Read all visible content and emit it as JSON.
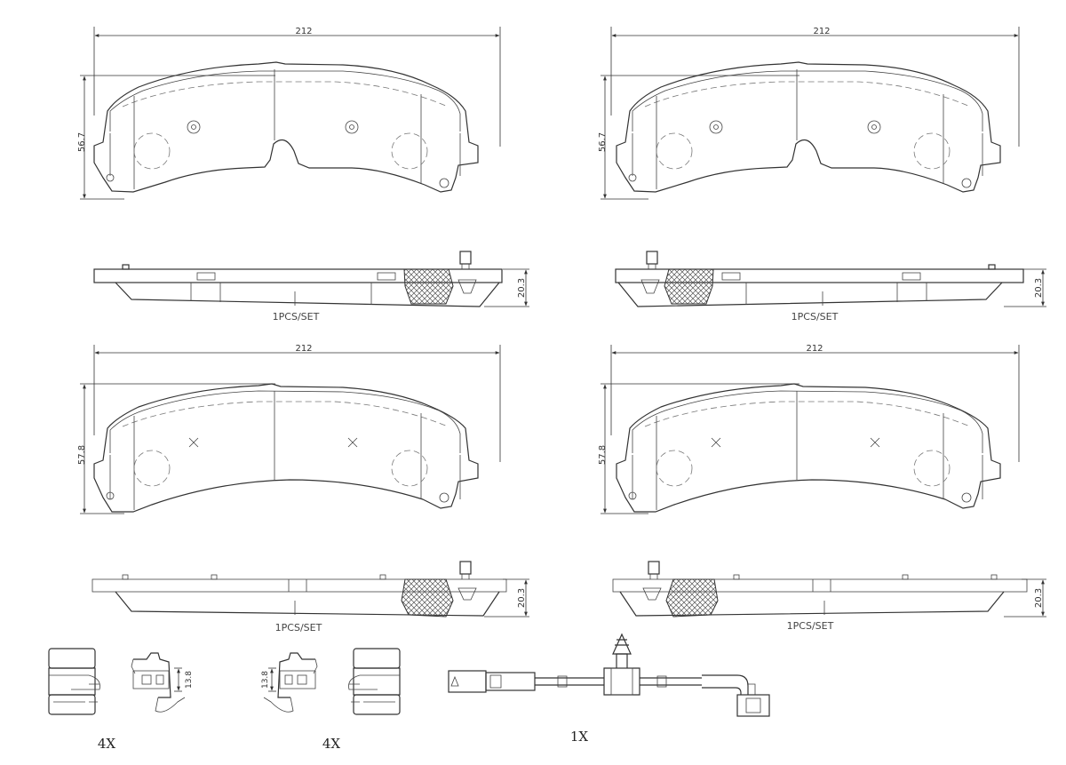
{
  "pads": [
    {
      "width": "212",
      "height": "56.7",
      "thickness": "20.3",
      "qty": "1PCS/SET"
    },
    {
      "width": "212",
      "height": "56.7",
      "thickness": "20.3",
      "qty": "1PCS/SET"
    },
    {
      "width": "212",
      "height": "57.8",
      "thickness": "20.3",
      "qty": "1PCS/SET"
    },
    {
      "width": "212",
      "height": "57.8",
      "thickness": "20.3",
      "qty": "1PCS/SET"
    }
  ],
  "clips": [
    {
      "dim": "13.8",
      "qty": "4X"
    },
    {
      "dim": "13.8",
      "qty": "4X"
    }
  ],
  "sensor": {
    "qty": "1X"
  },
  "colors": {
    "line": "#333333",
    "background": "#ffffff"
  }
}
